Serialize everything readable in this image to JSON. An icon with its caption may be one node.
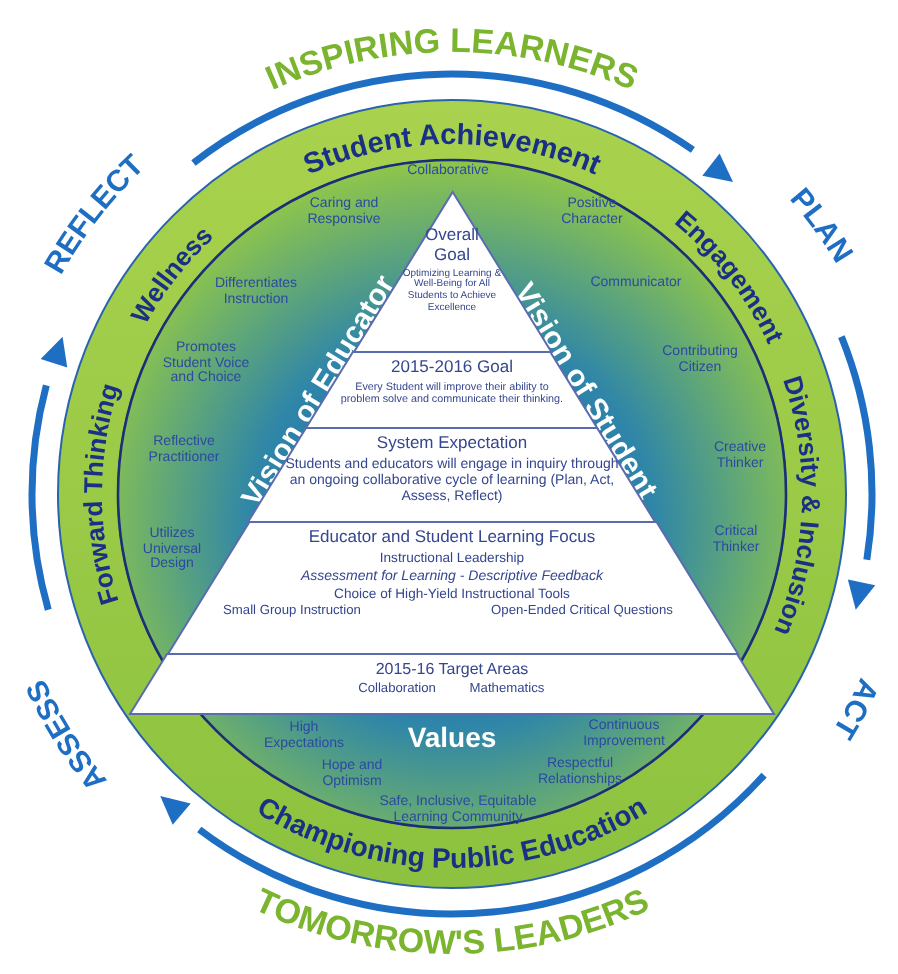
{
  "diagram": {
    "nodes": [
      {
        "text": [
          "Overall Goal",
          "Optimizing Learning & Well-Being for All Students to Achieve Excellence"
        ]
      },
      {
        "text": [
          "2015-2016 Goal",
          "Every Student will improve their ability to problem solve and communicate their thinking."
        ]
      },
      {
        "text": [
          "System Expectation",
          "Students and educators will engage in inquiry through an ongoing collaborative cycle of learning (Plan, Act, Assess, Reflect)"
        ]
      },
      {
        "text": [
          "Educator and Student Learning Focus",
          "Instructional Leadership",
          "Assessment for Learning - Descriptive Feedback",
          "Choice of High-Yield Instructional Tools",
          "Small Group Instruction",
          "Open-Ended Critical Questions"
        ]
      },
      {
        "text": [
          "2015-16 Target Areas",
          "Collaboration",
          "Mathematics"
        ]
      }
    ],
    "labels": [
      "INSPIRING LEARNERS",
      "REFLECT",
      "PLAN",
      "Student Achievement",
      "Wellness",
      "Engagement",
      "Collaborative",
      "Caring and Responsive",
      "Positive Character",
      "Differentiates Instruction",
      "Communicator",
      "Vision of Educator",
      "Vision of Student",
      "Promotes Student Voice and Choice",
      "Contributing Citizen",
      "Forward Thinking",
      "Diversity & Inclusion",
      "Reflective Practitioner",
      "Creative Thinker",
      "Utilizes Universal Design",
      "Critical Thinker",
      "ASSESS",
      "ACT",
      "Values",
      "High Expectations",
      "Continuous Improvement",
      "Hope and Optimism",
      "Respectful Relationships",
      "Safe, Inclusive, Equitable Learning Community",
      "Championing Public Education",
      "TOMORROW'S LEADERS"
    ]
  }
}
